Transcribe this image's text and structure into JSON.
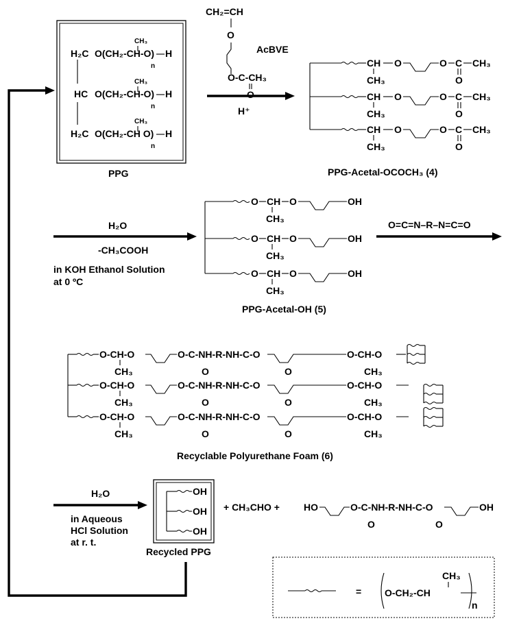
{
  "ppg_box": {
    "rows": [
      {
        "lead": "H₂C",
        "methyl": "CH₃",
        "unit": "O(CH₂-CH-O)",
        "end": "H",
        "n": "n"
      },
      {
        "lead": "HC",
        "methyl": "CH₃",
        "unit": "O(CH₂-CH-O)",
        "end": "H",
        "n": "n"
      },
      {
        "lead": "H₂C",
        "methyl": "CH₃",
        "unit": "O(CH₂-CH O)",
        "end": "H",
        "n": "n"
      }
    ],
    "caption": "PPG"
  },
  "acbve": {
    "vinyl": "CH₂=CH",
    "o_link": "O",
    "ester": "O-C-CH₃",
    "carbonyl_o": "O",
    "name": "AcBVE"
  },
  "step1": {
    "condition": "H⁺"
  },
  "compound4": {
    "rows": [
      {
        "ch": "CH",
        "methyl": "CH₃",
        "o1": "O",
        "o2": "O",
        "c": "C",
        "end": "CH₃",
        "co": "O"
      },
      {
        "ch": "CH",
        "methyl": "CH₃",
        "o1": "O",
        "o2": "O",
        "c": "C",
        "end": "CH₃",
        "co": "O"
      },
      {
        "ch": "CH",
        "methyl": "CH₃",
        "o1": "O",
        "o2": "O",
        "c": "C",
        "end": "CH₃",
        "co": "O"
      }
    ],
    "label": "PPG-Acetal-OCOCH₃ (4)"
  },
  "step2": {
    "reagent": "H₂O",
    "byproduct": "-CH₃COOH",
    "condition_line1": "in KOH Ethanol Solution",
    "condition_line2": "at 0 ºC"
  },
  "compound5": {
    "rows": [
      {
        "o1": "O",
        "ch": "CH",
        "methyl": "CH₃",
        "o2": "O",
        "end": "OH"
      },
      {
        "o1": "O",
        "ch": "CH",
        "methyl": "CH₃",
        "o2": "O",
        "end": "OH"
      },
      {
        "o1": "O",
        "ch": "CH",
        "methyl": "CH₃",
        "o2": "O",
        "end": "OH"
      }
    ],
    "label": "PPG-Acetal-OH (5)"
  },
  "diisocyanate": {
    "formula": "O=C=N–R–N=C=O"
  },
  "compound6": {
    "rows": [
      {
        "left": "O-CH-O",
        "mid": "O-C-NH-R-NH-C-O",
        "right": "O-CH-O",
        "methyl_l": "CH₃",
        "methyl_r": "CH₃",
        "co": "O"
      },
      {
        "left": "O-CH-O",
        "mid": "O-C-NH-R-NH-C-O",
        "right": "O-CH-O",
        "methyl_l": "CH₃",
        "methyl_r": "CH₃",
        "co": "O"
      },
      {
        "left": "O-CH-O",
        "mid": "O-C-NH-R-NH-C-O",
        "right": "O-CH-O",
        "methyl_l": "CH₃",
        "methyl_r": "CH₃",
        "co": "O"
      }
    ],
    "label": "Recyclable Polyurethane Foam (6)"
  },
  "step3": {
    "reagent": "H₂O",
    "condition_line1": "in Aqueous",
    "condition_line2": "HCl Solution",
    "condition_line3": "at r. t."
  },
  "recycled_ppg": {
    "ends": [
      "OH",
      "OH",
      "OH"
    ],
    "label": "Recycled PPG"
  },
  "products": {
    "acetaldehyde": "+ CH₃CHO +",
    "ho": "HO",
    "urethane": "O-C-NH-R-NH-C-O",
    "carbonyl_o": "O",
    "oh": "OH"
  },
  "legend": {
    "equals": "=",
    "methyl": "CH₃",
    "unit": "O-CH₂-CH",
    "n": "n"
  }
}
